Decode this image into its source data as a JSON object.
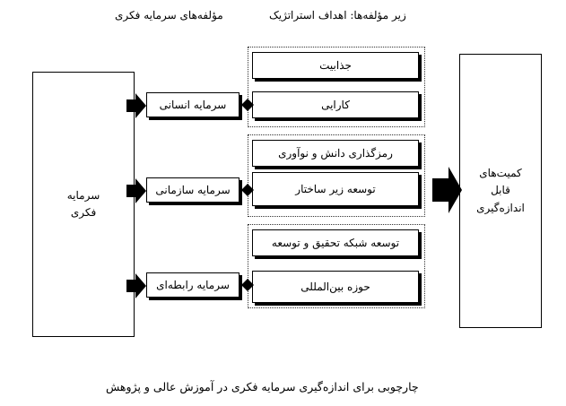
{
  "header": {
    "left_label": "مؤلفه‌های سرمایه فکری",
    "right_label": "زیر مؤلفه‌ها: اهداف استراتژیک"
  },
  "main_box": {
    "line1": "سرمایه",
    "line2": "فکری"
  },
  "components": [
    {
      "label": "سرمایه انسانی"
    },
    {
      "label": "سرمایه سازمانی"
    },
    {
      "label": "سرمایه رابطه‌ای"
    }
  ],
  "subcomponents": [
    {
      "label": "جذابیت"
    },
    {
      "label": "کارایی"
    },
    {
      "label": "رمزگذاری دانش و نوآوری"
    },
    {
      "label": "توسعه زیر ساختار"
    },
    {
      "label": "توسعه شبکه تحقیق و توسعه"
    },
    {
      "label": "حوزه بین‌المللی"
    }
  ],
  "result_box": {
    "line1": "کمیت‌های",
    "line2": "قابل",
    "line3": "اندازه‌گیری"
  },
  "caption": "چارچوبی برای اندازه‌گیری سرمایه فکری در آموزش عالی و پژوهش"
}
